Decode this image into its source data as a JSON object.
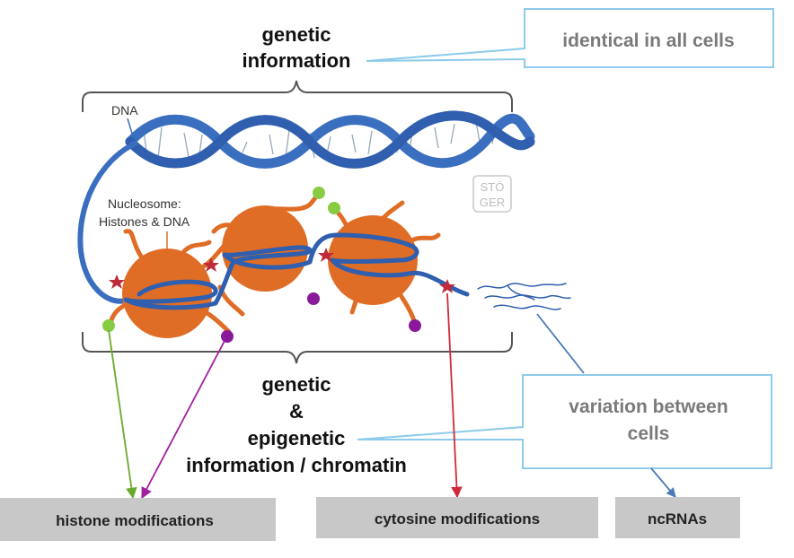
{
  "top_heading": {
    "line1": "genetic",
    "line2": "information"
  },
  "callout_top": {
    "text": "identical in all cells"
  },
  "dna_label": "DNA",
  "nucleosome_label": {
    "line1": "Nucleosome:",
    "line2": "Histones & DNA"
  },
  "watermark": {
    "line1": "STÖ",
    "line2": "GER"
  },
  "bottom_heading": {
    "line1": "genetic",
    "line2": "&",
    "line3": "epigenetic",
    "line4": "information / chromatin"
  },
  "callout_bottom": {
    "line1": "variation between",
    "line2": "cells"
  },
  "boxes": {
    "histone": "histone modifications",
    "cytosine": "cytosine modifications",
    "ncrna": "ncRNAs"
  },
  "colors": {
    "dna": "#3a6fc0",
    "histone": "#e06d26",
    "green_mark": "#88cc44",
    "purple_mark": "#8a1a9a",
    "red_mark": "#c02a3a",
    "callout_border": "#8ccbea",
    "box_fill": "#c8c8c8",
    "arrow_green": "#6aaa2a",
    "arrow_purple": "#a020a0",
    "arrow_red": "#d02a3a",
    "arrow_blue": "#4a7ab8"
  }
}
